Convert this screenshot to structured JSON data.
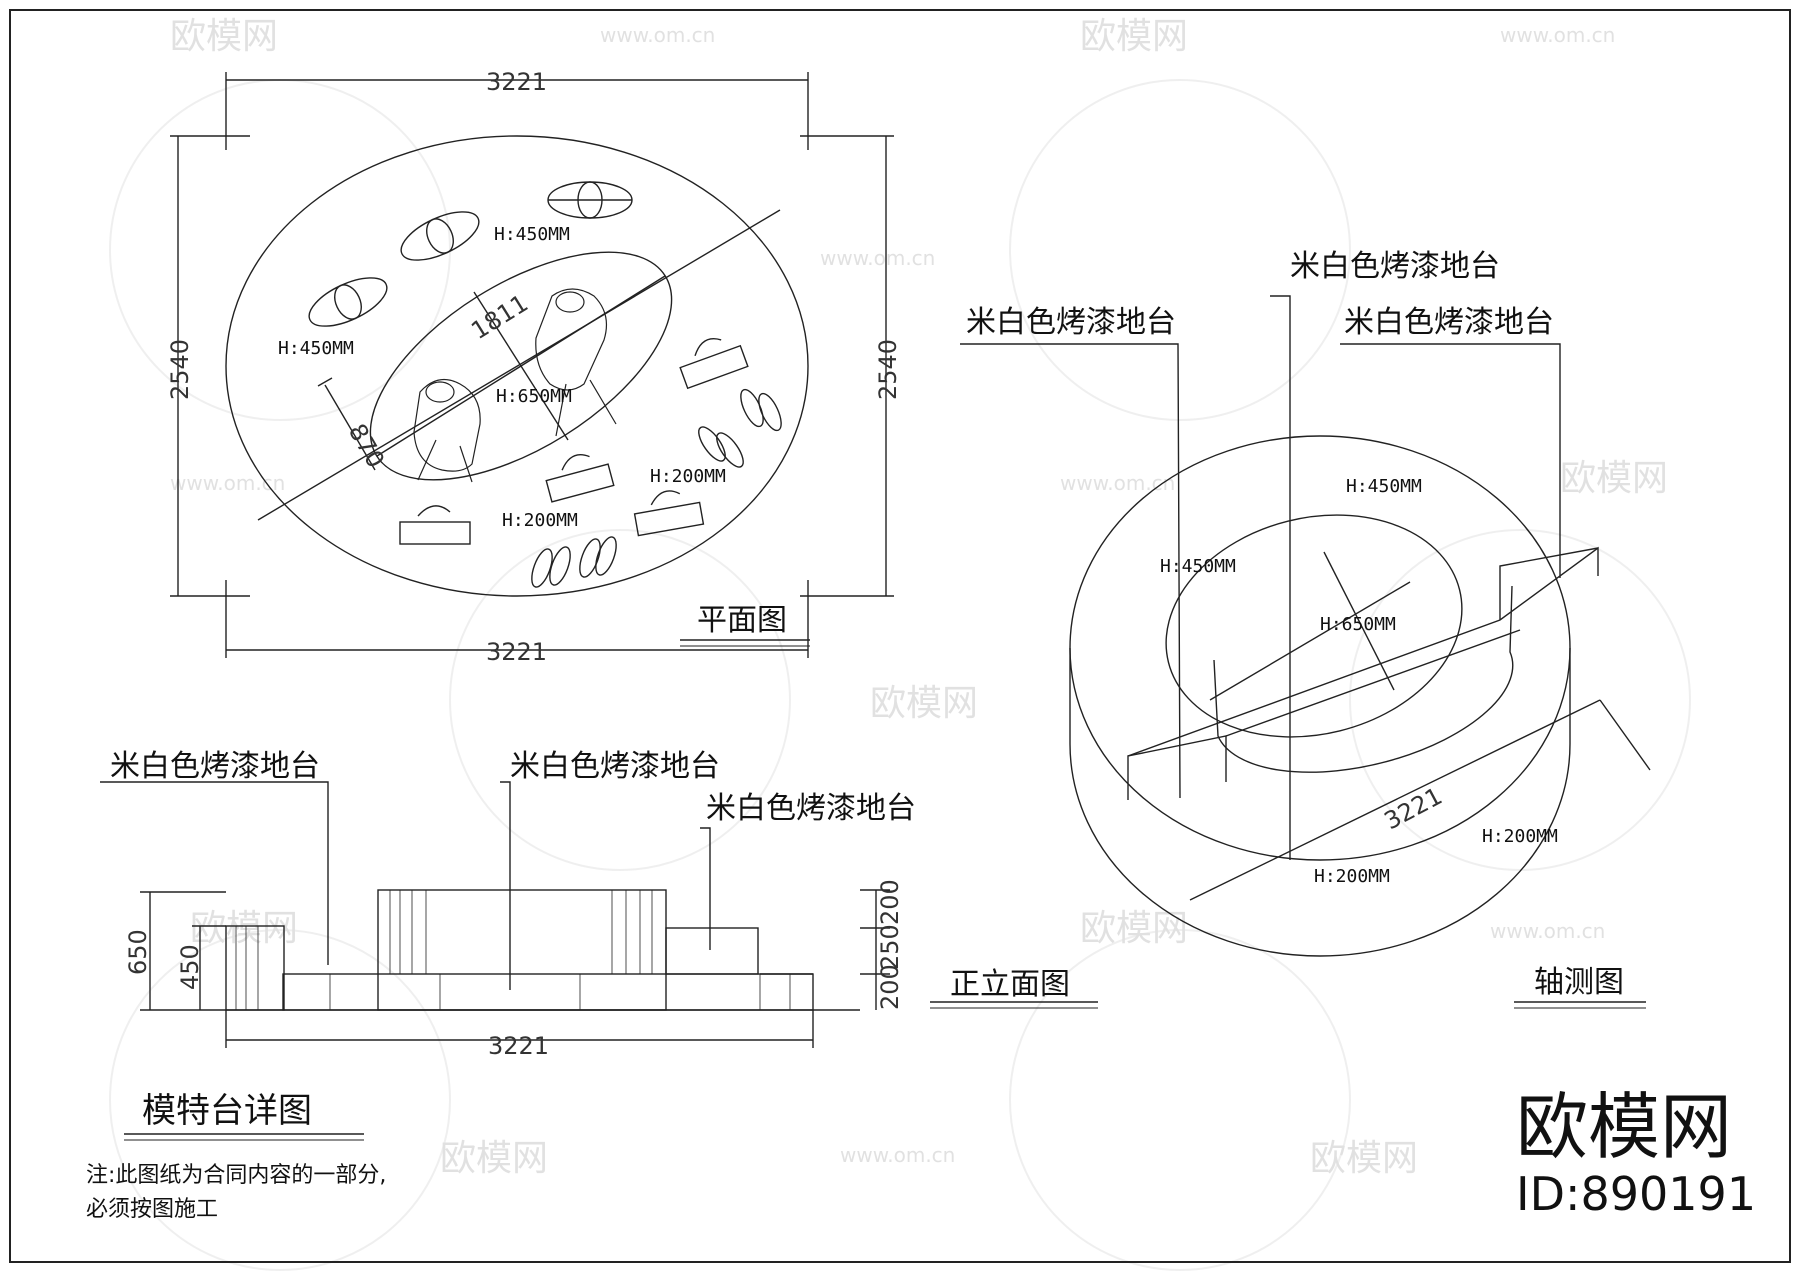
{
  "plan": {
    "title": "平面图",
    "dim_width_top": "3221",
    "dim_width_bottom": "3221",
    "dim_height_left": "2540",
    "dim_height_right": "2540",
    "dim_inner_long": "1811",
    "dim_inner_short": "870",
    "height_labels": [
      "H:450MM",
      "H:450MM",
      "H:650MM",
      "H:200MM",
      "H:200MM"
    ]
  },
  "elevation": {
    "title": "正立面图",
    "dim_width": "3221",
    "dim_left_total": "650",
    "dim_left_mid": "450",
    "dim_right": [
      "200",
      "250",
      "200"
    ],
    "callouts": [
      "米白色烤漆地台",
      "米白色烤漆地台",
      "米白色烤漆地台"
    ]
  },
  "axon": {
    "title": "轴测图",
    "dim_width": "3221",
    "callouts": [
      "米白色烤漆地台",
      "米白色烤漆地台",
      "米白色烤漆地台"
    ],
    "height_labels": [
      "H:450MM",
      "H:450MM",
      "H:650MM",
      "H:200MM",
      "H:200MM"
    ]
  },
  "sheet": {
    "title": "模特台详图",
    "note_line1": "注:此图纸为合同内容的一部分,",
    "note_line2": "必须按图施工"
  },
  "brand": {
    "logo_text": "欧模网",
    "id_text": "ID:890191",
    "watermark_text": "欧模网",
    "watermark_url": "www.om.cn"
  }
}
